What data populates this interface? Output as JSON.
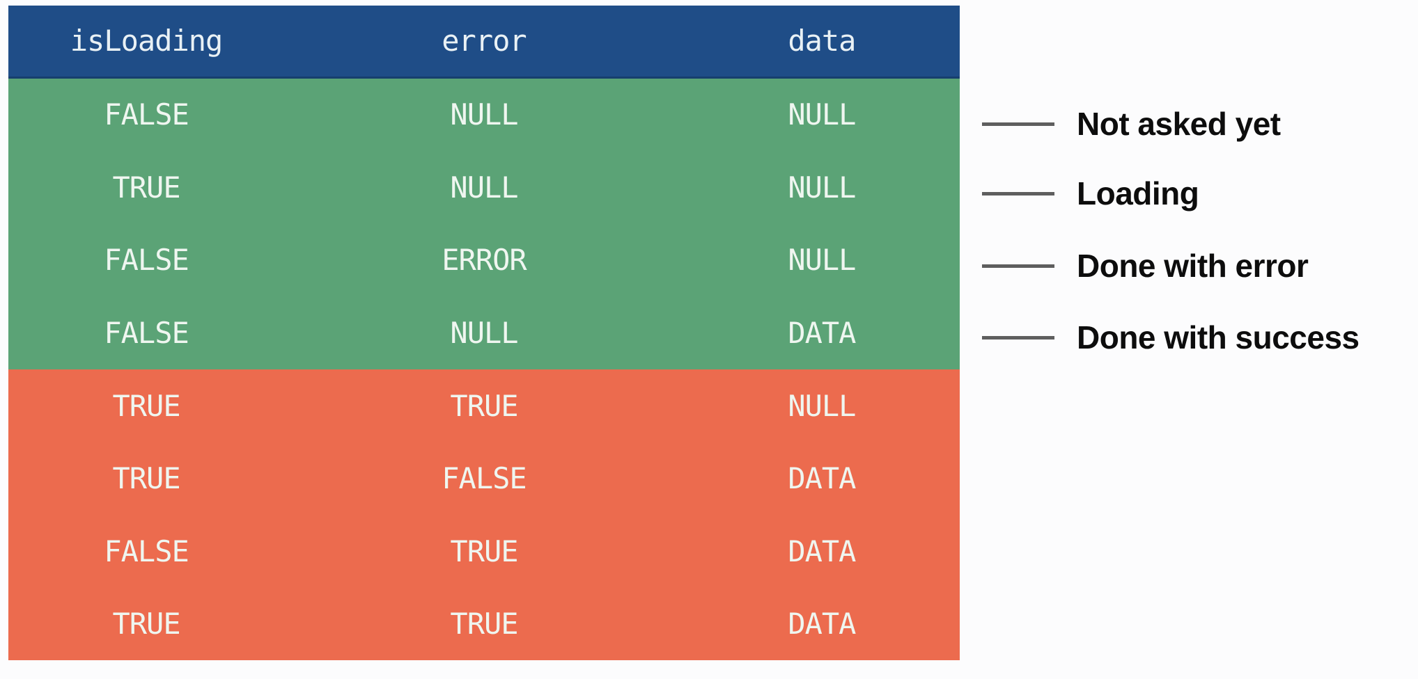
{
  "table": {
    "title": "request-state-truth-table",
    "header": {
      "columns": [
        "isLoading",
        "error",
        "data"
      ],
      "bg_color": "#1f4d87"
    },
    "valid_bg_color": "#5ba376",
    "invalid_bg_color": "#ec6b4e",
    "cell_text_color": "#eff6f0",
    "rows": [
      {
        "status": "valid",
        "cells": [
          "FALSE",
          "NULL",
          "NULL"
        ]
      },
      {
        "status": "valid",
        "cells": [
          "TRUE",
          "NULL",
          "NULL"
        ]
      },
      {
        "status": "valid",
        "cells": [
          "FALSE",
          "ERROR",
          "NULL"
        ]
      },
      {
        "status": "valid",
        "cells": [
          "FALSE",
          "NULL",
          "DATA"
        ]
      },
      {
        "status": "invalid",
        "cells": [
          "TRUE",
          "TRUE",
          "NULL"
        ]
      },
      {
        "status": "invalid",
        "cells": [
          "TRUE",
          "FALSE",
          "DATA"
        ]
      },
      {
        "status": "invalid",
        "cells": [
          "FALSE",
          "TRUE",
          "DATA"
        ]
      },
      {
        "status": "invalid",
        "cells": [
          "TRUE",
          "TRUE",
          "DATA"
        ]
      }
    ]
  },
  "annotations": {
    "line_color": "#5e5e5e",
    "text_color": "#0d0d0d",
    "items": [
      {
        "label": "Not asked yet"
      },
      {
        "label": "Loading"
      },
      {
        "label": "Done with error"
      },
      {
        "label": "Done with success"
      }
    ]
  }
}
